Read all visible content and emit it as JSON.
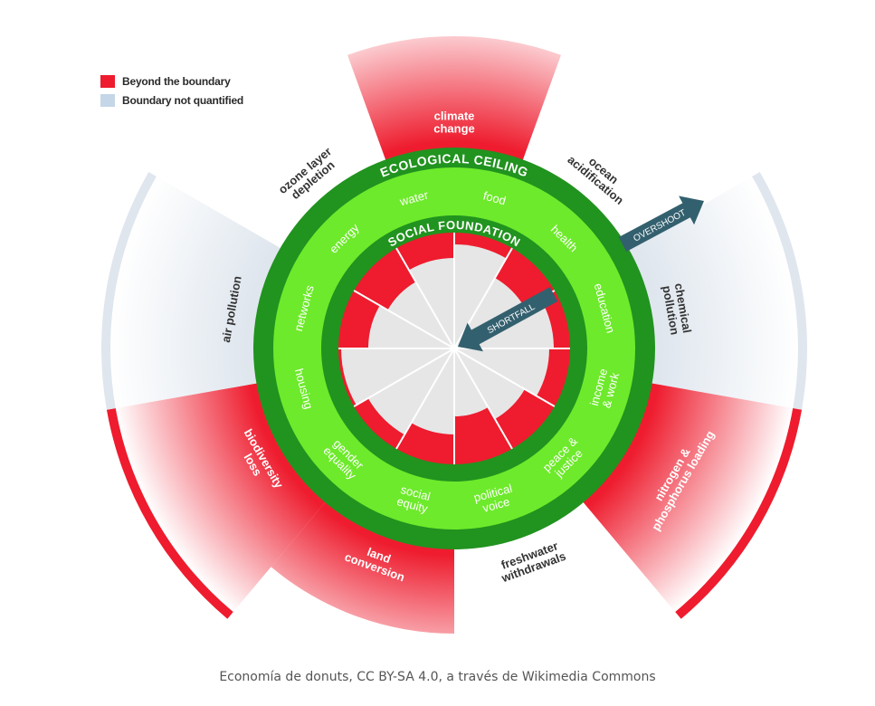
{
  "legend": {
    "beyond": {
      "label": "Beyond the boundary",
      "color": "#ee1c2e"
    },
    "not_quantified": {
      "label": "Boundary not quantified",
      "color": "#c4d6e8"
    }
  },
  "rings": {
    "ecological_ceiling": "ECOLOGICAL CEILING",
    "social_foundation": "SOCIAL FOUNDATION"
  },
  "arrows": {
    "overshoot": "OVERSHOOT",
    "shortfall": "SHORTFALL"
  },
  "colors": {
    "red": "#ee1c2e",
    "light_green": "#6dea2b",
    "dark_green": "#21931f",
    "grey_blue": "#dfe6ee",
    "inner_grey": "#e6e6e6",
    "arrow": "#33606e"
  },
  "planetary_boundaries": [
    {
      "lines": [
        "climate",
        "change"
      ],
      "status": "beyond"
    },
    {
      "lines": [
        "ocean",
        "acidification"
      ],
      "status": "within"
    },
    {
      "lines": [
        "chemical",
        "pollution"
      ],
      "status": "not_quantified"
    },
    {
      "lines": [
        "nitrogen &",
        "phosphorus loading"
      ],
      "status": "beyond"
    },
    {
      "lines": [
        "freshwater",
        "withdrawals"
      ],
      "status": "within"
    },
    {
      "lines": [
        "land",
        "conversion"
      ],
      "status": "beyond"
    },
    {
      "lines": [
        "biodiversity",
        "loss"
      ],
      "status": "beyond"
    },
    {
      "lines": [
        "air pollution"
      ],
      "status": "not_quantified"
    },
    {
      "lines": [
        "ozone layer",
        "depletion"
      ],
      "status": "within"
    }
  ],
  "social_foundation_dimensions": [
    {
      "lines": [
        "food"
      ]
    },
    {
      "lines": [
        "health"
      ]
    },
    {
      "lines": [
        "education"
      ]
    },
    {
      "lines": [
        "income",
        "& work"
      ]
    },
    {
      "lines": [
        "peace &",
        "justice"
      ]
    },
    {
      "lines": [
        "political",
        "voice"
      ]
    },
    {
      "lines": [
        "social",
        "equity"
      ]
    },
    {
      "lines": [
        "gender",
        "equality"
      ]
    },
    {
      "lines": [
        "housing"
      ]
    },
    {
      "lines": [
        "networks"
      ]
    },
    {
      "lines": [
        "energy"
      ]
    },
    {
      "lines": [
        "water"
      ]
    }
  ],
  "caption": "Economía de donuts, CC BY-SA 4.0, a través de Wikimedia Commons"
}
